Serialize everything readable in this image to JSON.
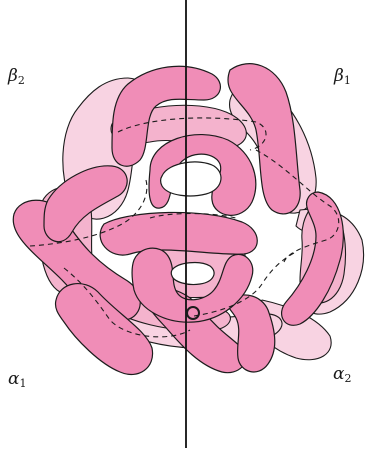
{
  "labels": {
    "beta2": {
      "symbol": "β",
      "index": "2"
    },
    "beta1": {
      "symbol": "β",
      "index": "1"
    },
    "alpha1": {
      "symbol": "α",
      "index": "1"
    },
    "alpha2": {
      "symbol": "α",
      "index": "2"
    }
  },
  "colors": {
    "tube_dark": "#f08db7",
    "tube_mid": "#f4b3cd",
    "tube_light": "#f8d3e2",
    "outline": "#1c1c1c",
    "axis": "#111111",
    "background": "#ffffff"
  }
}
